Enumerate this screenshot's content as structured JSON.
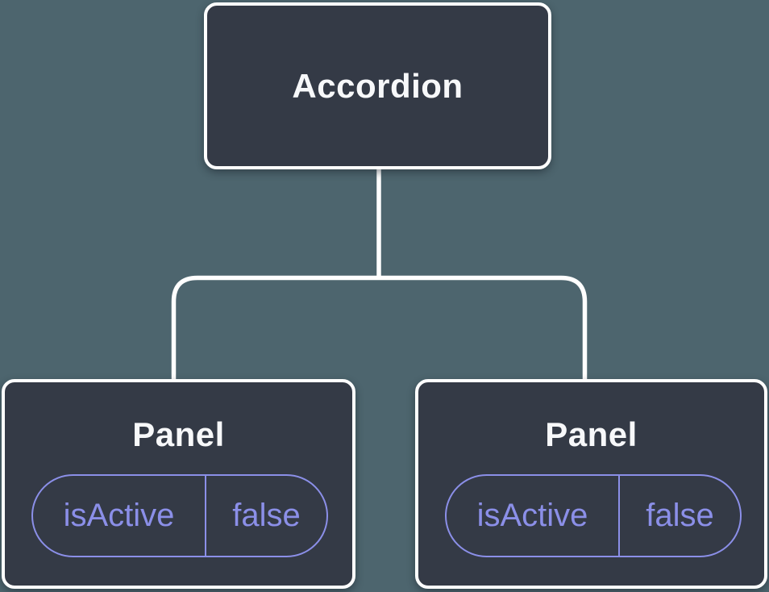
{
  "diagram": {
    "type": "component-tree",
    "root": {
      "label": "Accordion"
    },
    "children": [
      {
        "label": "Panel",
        "prop": {
          "name": "isActive",
          "value": "false"
        }
      },
      {
        "label": "Panel",
        "prop": {
          "name": "isActive",
          "value": "false"
        }
      }
    ]
  },
  "colors": {
    "background": "#4d656e",
    "node_fill": "#343a46",
    "node_border": "#ffffff",
    "connector": "#ffffff",
    "title_text": "#f7f8fa",
    "prop_accent": "#8b8fe8"
  }
}
